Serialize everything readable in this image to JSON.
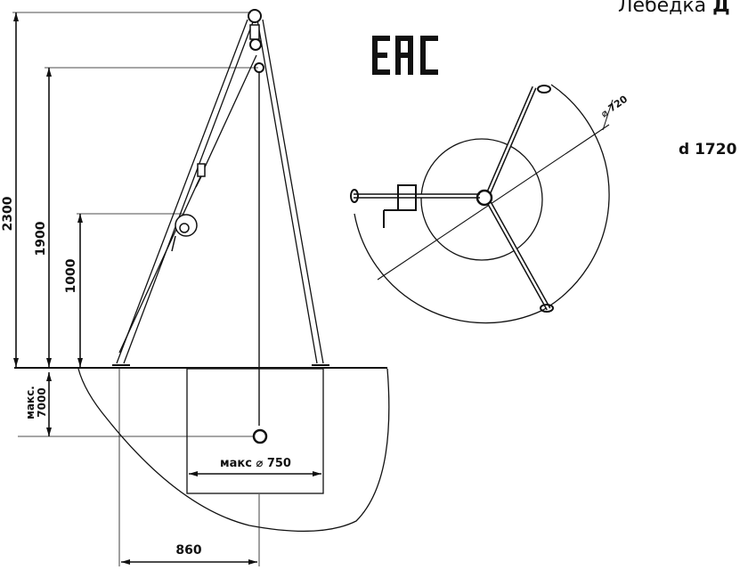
{
  "title": {
    "prefix": "Лебедка",
    "bold": "Д"
  },
  "mark": "ЕАС",
  "dimensions": {
    "h2300": "2300",
    "h1900": "1900",
    "h1000": "1000",
    "depth_line1": "макс.",
    "depth_line2": "7000",
    "opening": "макс  ⌀  750",
    "width_860": "860",
    "top_dia": "⌀ 720",
    "diameter": "d 1720"
  }
}
